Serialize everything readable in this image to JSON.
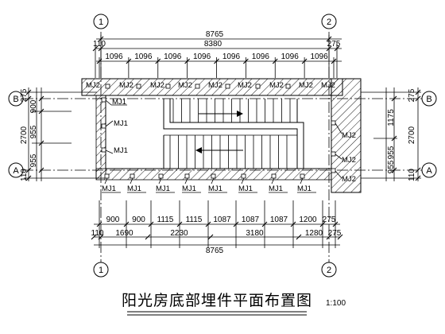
{
  "drawing": {
    "title": "阳光房底部埋件平面布置图",
    "scale": "1:100",
    "axes": {
      "vertical": [
        "1",
        "2"
      ],
      "horizontal": [
        "A",
        "B"
      ]
    },
    "top_dims": {
      "overall": "8765",
      "sub_left": "110",
      "sub_mid": "8380",
      "sub_right": "275",
      "segments": [
        "1096",
        "1096",
        "1096",
        "1096",
        "1096",
        "1096",
        "1096",
        "1096"
      ]
    },
    "bottom_dims": {
      "row1": [
        "900",
        "900",
        "1115",
        "1115",
        "1087",
        "1087",
        "1087",
        "1200",
        "275"
      ],
      "row2": [
        "110",
        "1690",
        "2230",
        "3180",
        "1280",
        "275"
      ],
      "overall": "8765"
    },
    "left_dims": {
      "outer": [
        "275",
        "2700",
        "110"
      ],
      "inner": [
        "900",
        "955",
        "955"
      ]
    },
    "right_dims": {
      "outer": [
        "275",
        "2700",
        "110"
      ],
      "inner": [
        "1175",
        "955",
        "955"
      ]
    },
    "embeds": {
      "label": "MJ1",
      "label2": "MJ2"
    }
  }
}
